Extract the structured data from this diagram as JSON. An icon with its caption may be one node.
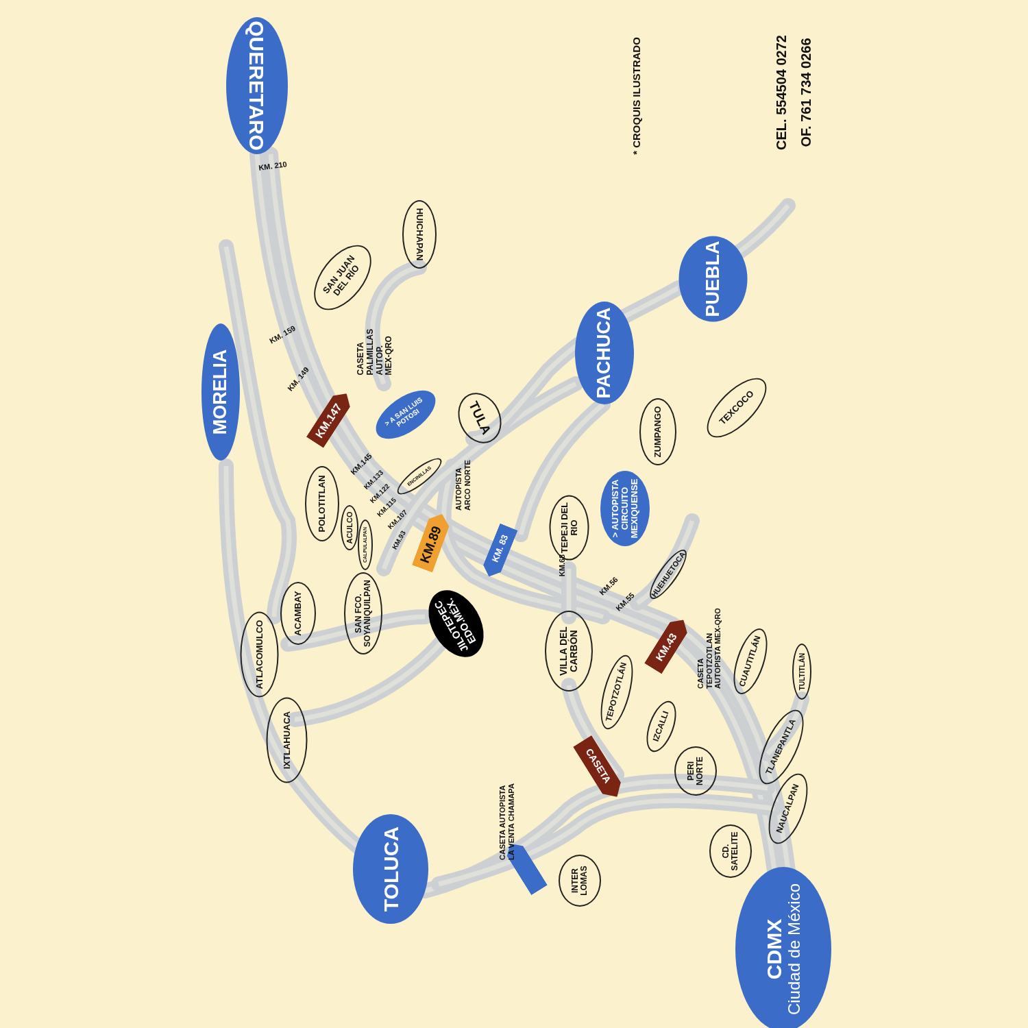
{
  "diagram": {
    "nodes": [
      {
        "text": [
          "QUERETARO"
        ]
      },
      {
        "text": [
          "HUICHAPAN"
        ]
      },
      {
        "text": [
          "SAN JUAN DEL RÍO"
        ]
      },
      {
        "text": [
          "MORELIA"
        ]
      },
      {
        "text": [
          "KM.147"
        ]
      },
      {
        "text": [
          "> A SAN LUIS POTOSI"
        ]
      },
      {
        "text": [
          "TULA"
        ]
      },
      {
        "text": [
          "ENCINILLAS"
        ]
      },
      {
        "text": [
          "POLOTITLAN"
        ]
      },
      {
        "text": [
          "ACULCO"
        ]
      },
      {
        "text": [
          "CALPULALPAN"
        ]
      },
      {
        "text": [
          "SAN FCO. SOYANIQUILPAN"
        ]
      },
      {
        "text": [
          "KM.89"
        ],
        "beside": [
          "AUTOPISTA ARCO NORTE"
        ]
      },
      {
        "text": [
          "KM. 83"
        ]
      },
      {
        "text": [
          "JILOTEPEC EDO.MÉX."
        ]
      },
      {
        "text": [
          "ACAMBAY"
        ]
      },
      {
        "text": [
          "ATLACOMULCO"
        ]
      },
      {
        "text": [
          "IXTLAHUACA"
        ]
      },
      {
        "text": [
          "PACHUCA"
        ]
      },
      {
        "text": [
          "PUEBLA"
        ]
      },
      {
        "text": [
          "ZUMPANGO"
        ]
      },
      {
        "text": [
          "TEXCOCO"
        ]
      },
      {
        "text": [
          "TEPEJI DEL RIO"
        ]
      },
      {
        "text": [
          "> AUTOPISTA CIRCUITO MEXIQUENSE"
        ]
      },
      {
        "text": [
          "HUEHUETOCA"
        ]
      },
      {
        "text": [
          "VILLA DEL CARBÓN"
        ]
      },
      {
        "text": [
          "KM.43"
        ],
        "beside": [
          "CASETA TEPOTZOTLAN AUTOPISTA MEX-QRO"
        ]
      },
      {
        "text": [
          "TEPOTZOTLÁN"
        ]
      },
      {
        "text": [
          "CUAUTITLÁN"
        ]
      },
      {
        "text": [
          "TULTITLÁN"
        ]
      },
      {
        "text": [
          "IZCALLI"
        ]
      },
      {
        "text": [
          "CASETA"
        ]
      },
      {
        "text": [
          "PERI NORTE"
        ]
      },
      {
        "text": [
          "TLANEPANTLA"
        ]
      },
      {
        "text": [
          "NAUCALPAN"
        ]
      },
      {
        "text": [
          "TOLUCA"
        ]
      },
      {
        "text": [],
        "shape": "pentagon",
        "beside": [
          "CASETA AUTOPISTA LA VENTA CHAMAPA"
        ]
      },
      {
        "text": [
          "INTER LOMAS"
        ]
      },
      {
        "text": [
          "CD. SATELITE"
        ]
      },
      {
        "text": [
          "CDMX",
          "Ciudad de México"
        ]
      }
    ],
    "labels": [
      "* CROQUIS ILUSTRADO",
      "CEL. 554504 0272",
      "OF. 761 734 0266",
      "KM. 210",
      "KM. 159",
      "KM. 149",
      "KM.145",
      "KM.133",
      "KM.122",
      "KM.115",
      "KM.107",
      "KM.93",
      "KM.68",
      "KM.56",
      "KM.55",
      "CASETA PALMILLAS AUTOP. MEX-QRO"
    ]
  }
}
